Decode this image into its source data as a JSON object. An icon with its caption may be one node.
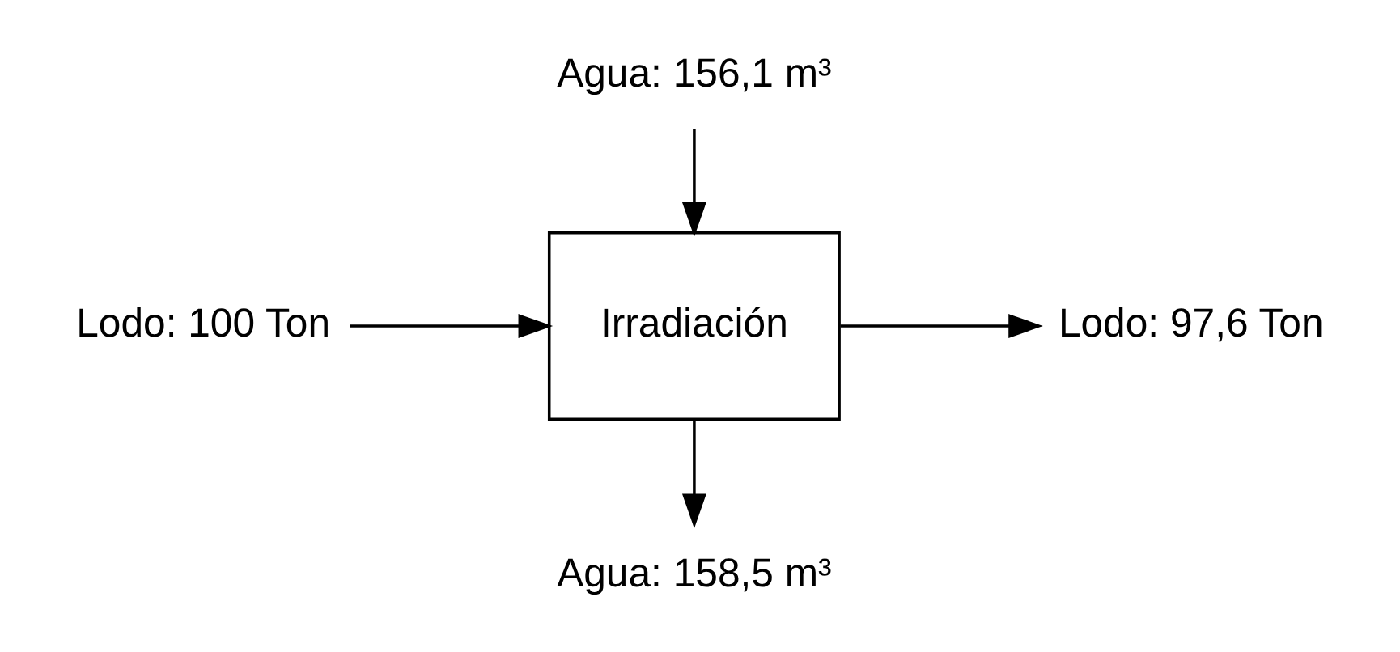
{
  "diagram": {
    "nodes": [
      {
        "text": [
          "Agua: 156,1 m³"
        ]
      },
      {
        "text": [
          "Lodo: 100 Ton"
        ]
      },
      {
        "text": [
          "Irradiación"
        ]
      },
      {
        "text": [
          "Lodo: 97,6 Ton"
        ]
      },
      {
        "text": [
          "Agua: 158,5 m³"
        ]
      }
    ],
    "edges": [
      {
        "from": 1,
        "to": 2,
        "arrow": "to"
      },
      {
        "from": 0,
        "to": 2,
        "arrow": "to"
      },
      {
        "from": 2,
        "to": 3,
        "arrow": "to"
      },
      {
        "from": 2,
        "to": 4,
        "arrow": "to"
      }
    ]
  }
}
